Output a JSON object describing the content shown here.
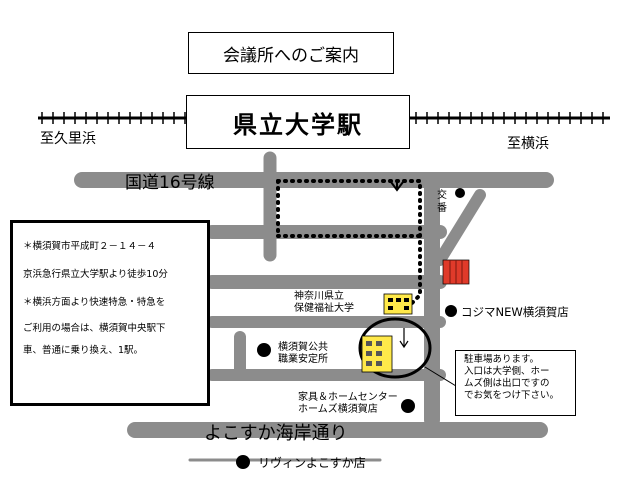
{
  "title": "会議所へのご案内",
  "station": {
    "name": "県立大学駅",
    "left_direction": "至久里浜",
    "right_direction": "至横浜"
  },
  "roads": {
    "route16": "国道16号線",
    "coastal": "よこすか海岸通り"
  },
  "koban": [
    "交",
    "番"
  ],
  "landmarks": {
    "university": [
      "神奈川県立",
      "保健福祉大学"
    ],
    "kojima": "コジマNEW横須賀店",
    "employment_office": [
      "横須賀公共",
      "職業安定所"
    ],
    "furniture": [
      "家具＆ホームセンター",
      "ホームズ横須賀店"
    ],
    "livin": "リヴィンよこすか店"
  },
  "info": {
    "address": "＊横須賀市平成町２－１４－４",
    "access": "京浜急行県立大学駅より徒歩10分",
    "note_lines": [
      "＊横浜方面より快速特急・特急を",
      "ご利用の場合は、横須賀中央駅下",
      "車、普通に乗り換え、1駅。"
    ]
  },
  "parking": {
    "lines": [
      "駐車場あります。",
      "入口は大学側、ホー",
      "ムズ側は出口ですの",
      "でお気をつけ下さい。"
    ]
  },
  "colors": {
    "road": "#8c8c8c",
    "walking_route": "#000000",
    "university_building": "#ffe94a",
    "kojima_building": "#e03a2a"
  }
}
